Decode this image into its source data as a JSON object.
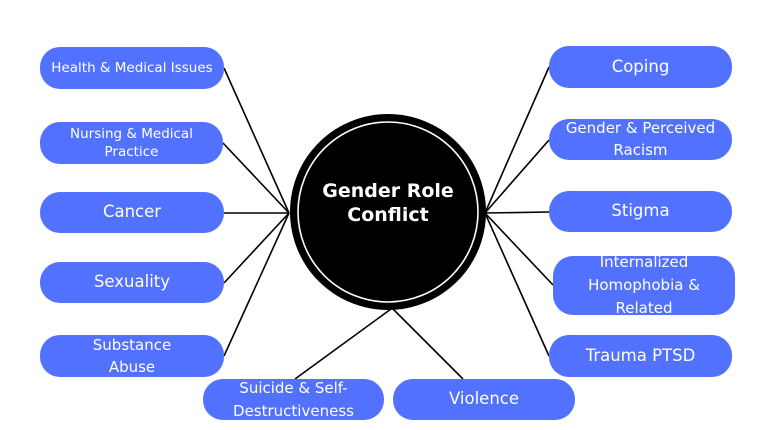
{
  "diagram": {
    "type": "mind-map",
    "center": {
      "label_line1": "Gender Role",
      "label_line2": "Conflict"
    },
    "colors": {
      "node_fill": "#5271ff",
      "node_text": "#ffffff",
      "center_fill": "#000000",
      "center_ring": "#ffffff",
      "connector": "#000000"
    },
    "nodes": {
      "health": "Health & Medical Issues",
      "nursing_l1": "Nursing & Medical",
      "nursing_l2": "Practice",
      "cancer": "Cancer",
      "sexuality": "Sexuality",
      "substance_l1": "Substance",
      "substance_l2": "Abuse",
      "suicide_l1": "Suicide & Self-",
      "suicide_l2": "Destructiveness",
      "violence": "Violence",
      "coping": "Coping",
      "racism_l1": "Gender & Perceived",
      "racism_l2": "Racism",
      "stigma": "Stigma",
      "homophobia_l1": "Internalized",
      "homophobia_l2": "Homophobia &",
      "homophobia_l3": "Related",
      "trauma": "Trauma PTSD"
    }
  }
}
